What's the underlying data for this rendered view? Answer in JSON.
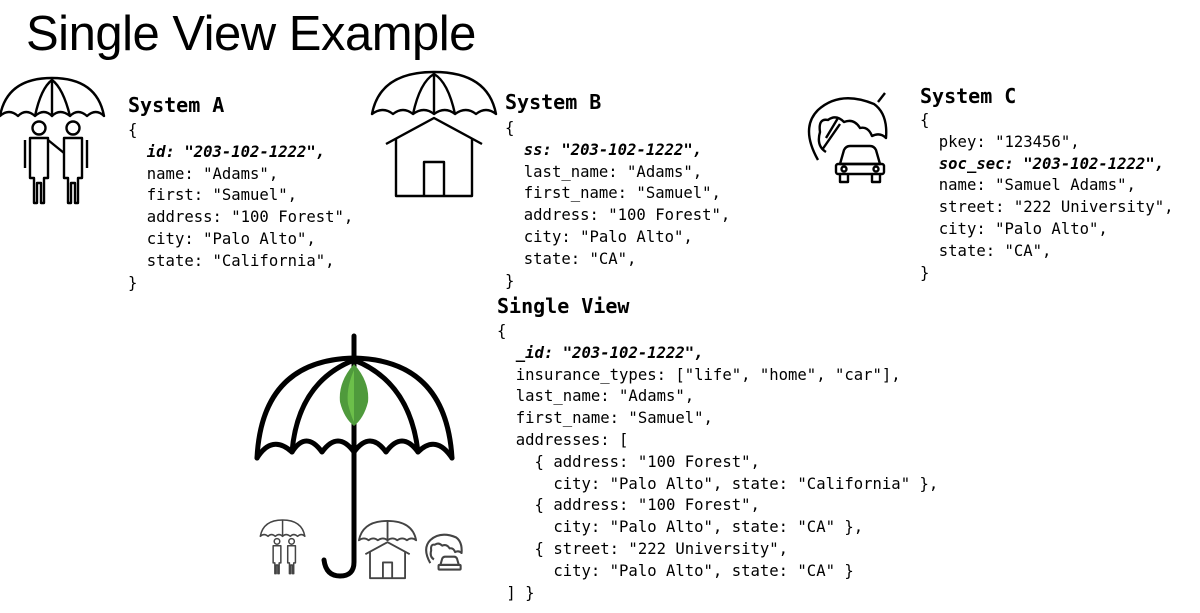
{
  "title": "Single View Example",
  "systems": [
    {
      "label": "System A",
      "lines": [
        "{",
        "  id: \"203-102-1222\",",
        "  name: \"Adams\",",
        "  first: \"Samuel\",",
        "  address: \"100 Forest\",",
        "  city: \"Palo Alto\",",
        "  state: \"California\",",
        "}"
      ],
      "key_line": 1
    },
    {
      "label": "System B",
      "lines": [
        "{",
        "  ss: \"203-102-1222\",",
        "  last_name: \"Adams\",",
        "  first_name: \"Samuel\",",
        "  address: \"100 Forest\",",
        "  city: \"Palo Alto\",",
        "  state: \"CA\",",
        "}"
      ],
      "key_line": 1
    },
    {
      "label": "System C",
      "lines": [
        "{",
        "  pkey: \"123456\",",
        "  soc_sec: \"203-102-1222\",",
        "  name: \"Samuel Adams\",",
        "  street: \"222 University\",",
        "  city: \"Palo Alto\",",
        "  state: \"CA\",",
        "}"
      ],
      "key_line": 2
    }
  ],
  "single_view": {
    "label": "Single View",
    "lines": [
      "{",
      "  _id: \"203-102-1222\",",
      "  insurance_types: [\"life\", \"home\", \"car\"],",
      "  last_name: \"Adams\",",
      "  first_name: \"Samuel\",",
      "  addresses: [",
      "    { address: \"100 Forest\",",
      "      city: \"Palo Alto\", state: \"California\" },",
      "    { address: \"100 Forest\",",
      "      city: \"Palo Alto\", state: \"CA\" },",
      "    { street: \"222 University\",",
      "      city: \"Palo Alto\", state: \"CA\" }",
      " ] }"
    ],
    "key_line": 1
  },
  "icons": [
    "family-umbrella-icon",
    "house-umbrella-icon",
    "car-umbrella-icon",
    "mongodb-leaf-umbrella-icon"
  ],
  "colors": {
    "leaf": "#4f9a3c",
    "leaf_highlight": "#6cbf4a",
    "stroke": "#000000",
    "faded": "#444444"
  }
}
